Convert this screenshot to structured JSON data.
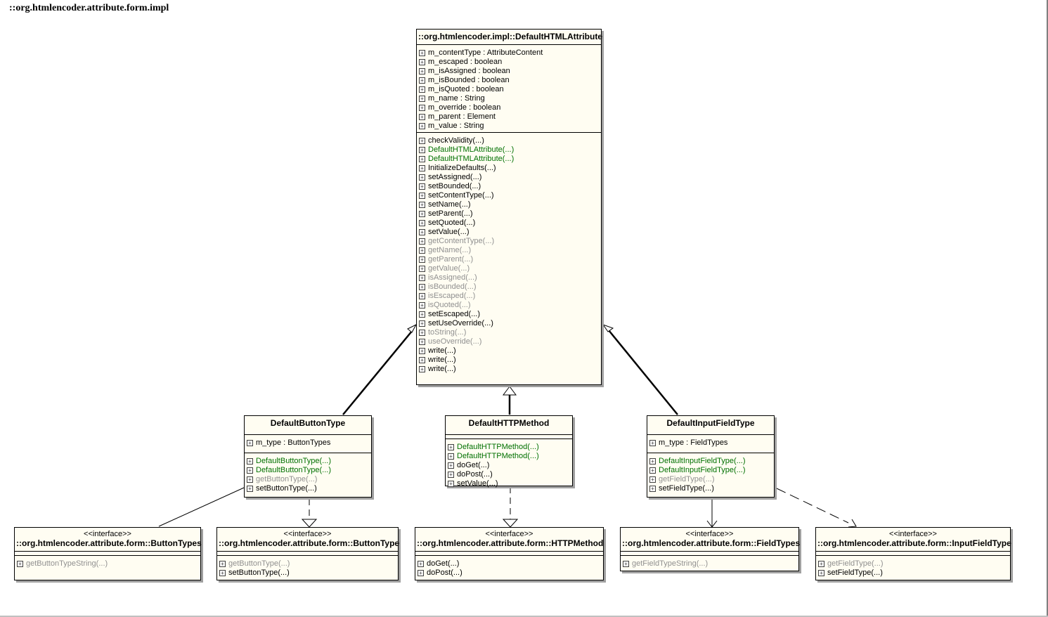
{
  "package_title": "::org.htmlencoder.attribute.form.impl",
  "icons": {
    "member_toggle": "expand-plus-icon"
  },
  "colors": {
    "class_fill": "#fffdf2",
    "constructor_text": "#007000",
    "inherited_text": "#909090"
  },
  "classes": {
    "default_html_attribute": {
      "name": "::org.htmlencoder.impl::DefaultHTMLAttribute",
      "attributes": [
        "m_contentType : AttributeContent",
        "m_escaped : boolean",
        "m_isAssigned : boolean",
        "m_isBounded : boolean",
        "m_isQuoted : boolean",
        "m_name : String",
        "m_override : boolean",
        "m_parent : Element",
        "m_value : String"
      ],
      "methods": [
        "checkValidity(...)",
        "DefaultHTMLAttribute(...)",
        "DefaultHTMLAttribute(...)",
        "InitializeDefaults(...)",
        "setAssigned(...)",
        "setBounded(...)",
        "setContentType(...)",
        "setName(...)",
        "setParent(...)",
        "setQuoted(...)",
        "setValue(...)",
        "getContentType(...)",
        "getName(...)",
        "getParent(...)",
        "getValue(...)",
        "isAssigned(...)",
        "isBounded(...)",
        "isEscaped(...)",
        "isQuoted(...)",
        "setEscaped(...)",
        "setUseOverride(...)",
        "toString(...)",
        "useOverride(...)",
        "write(...)",
        "write(...)",
        "write(...)"
      ]
    },
    "default_button_type": {
      "name": "DefaultButtonType",
      "attributes": [
        "m_type : ButtonTypes"
      ],
      "methods": [
        "DefaultButtonType(...)",
        "DefaultButtonType(...)",
        "getButtonType(...)",
        "setButtonType(...)"
      ]
    },
    "default_http_method": {
      "name": "DefaultHTTPMethod",
      "attributes": [],
      "methods": [
        "DefaultHTTPMethod(...)",
        "DefaultHTTPMethod(...)",
        "doGet(...)",
        "doPost(...)",
        "setValue(...)"
      ]
    },
    "default_input_field_type": {
      "name": "DefaultInputFieldType",
      "attributes": [
        "m_type : FieldTypes"
      ],
      "methods": [
        "DefaultInputFieldType(...)",
        "DefaultInputFieldType(...)",
        "getFieldType(...)",
        "setFieldType(...)"
      ]
    },
    "button_types": {
      "stereotype": "<<interface>>",
      "name": "::org.htmlencoder.attribute.form::ButtonTypes",
      "methods": [
        "getButtonTypeString(...)"
      ]
    },
    "button_type": {
      "stereotype": "<<interface>>",
      "name": "::org.htmlencoder.attribute.form::ButtonType",
      "methods": [
        "getButtonType(...)",
        "setButtonType(...)"
      ]
    },
    "http_method": {
      "stereotype": "<<interface>>",
      "name": "::org.htmlencoder.attribute.form::HTTPMethod",
      "methods": [
        "doGet(...)",
        "doPost(...)"
      ]
    },
    "field_types": {
      "stereotype": "<<interface>>",
      "name": "::org.htmlencoder.attribute.form::FieldTypes",
      "methods": [
        "getFieldTypeString(...)"
      ]
    },
    "input_field_type": {
      "stereotype": "<<interface>>",
      "name": "::org.htmlencoder.attribute.form::InputFieldType",
      "methods": [
        "getFieldType(...)",
        "setFieldType(...)"
      ]
    }
  }
}
